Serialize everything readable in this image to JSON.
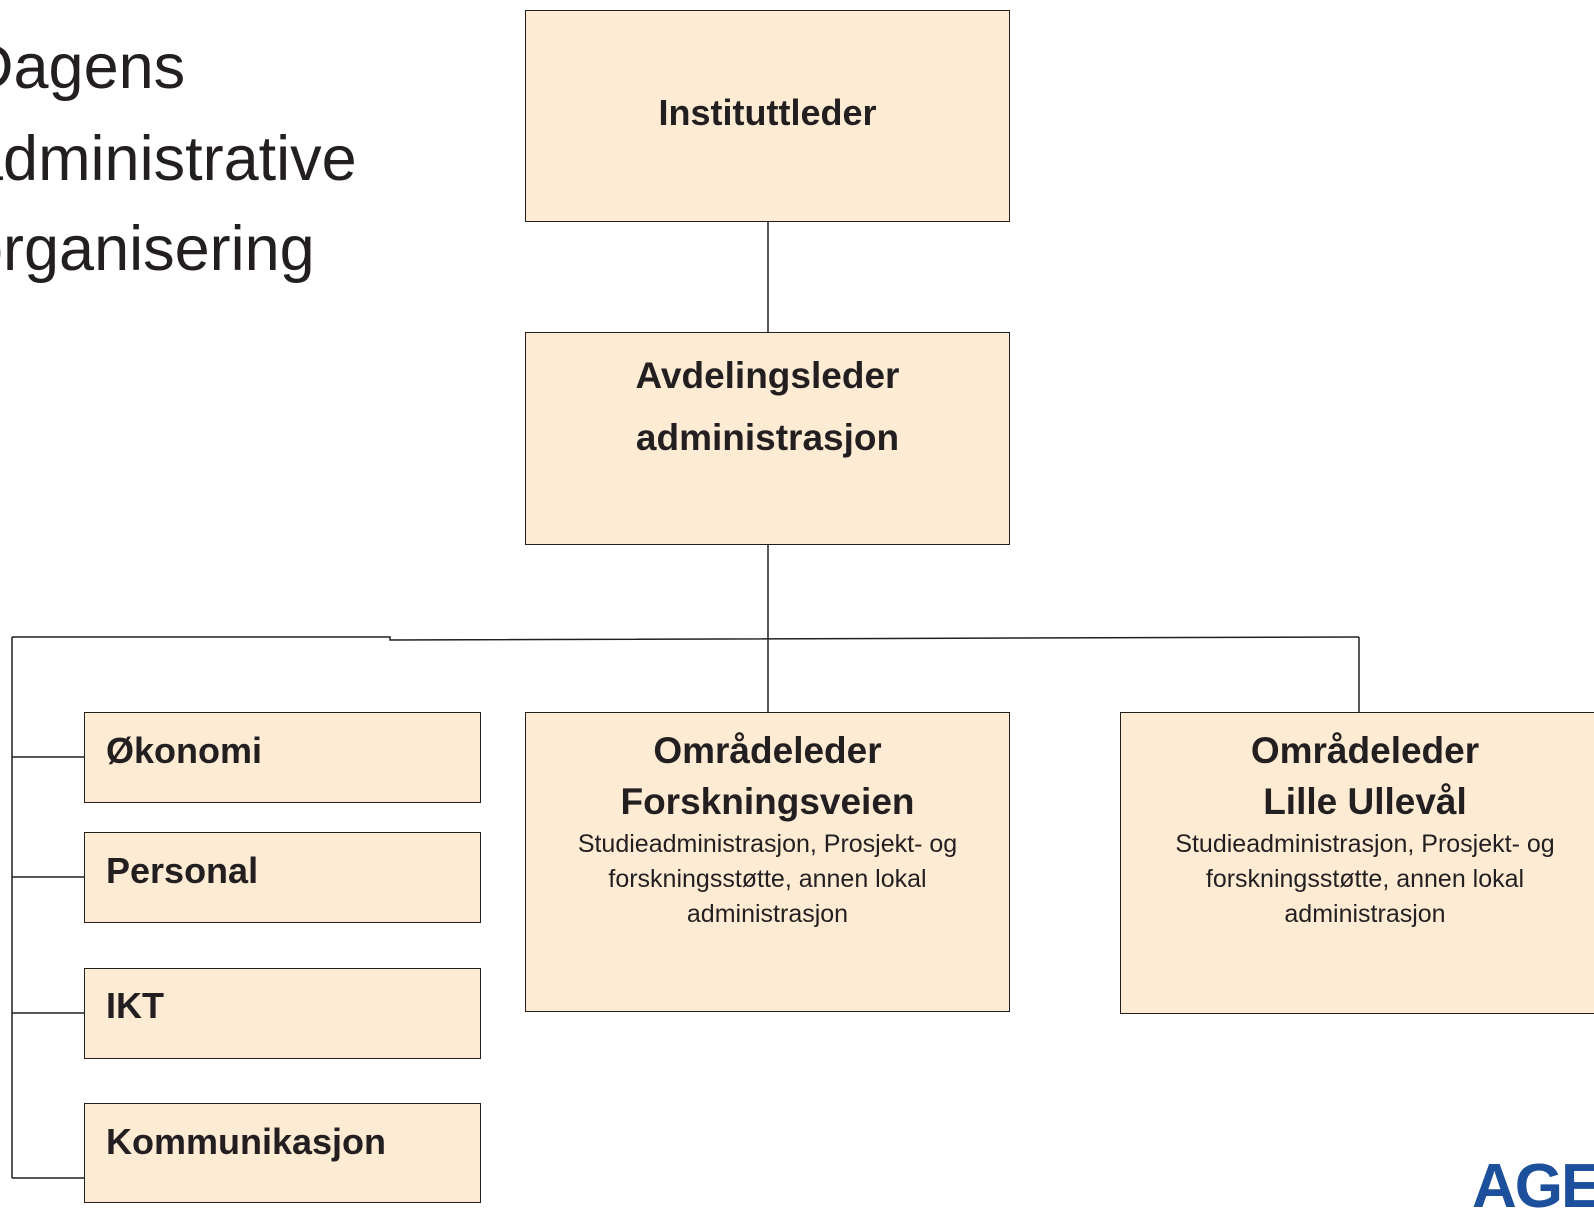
{
  "title": {
    "lines": [
      "Dagens",
      "administrative",
      "organisering"
    ]
  },
  "org": {
    "instituttleder": "Instituttleder",
    "avdelingsleder": [
      "Avdelingsleder",
      "administrasjon"
    ],
    "staff": [
      "Økonomi",
      "Personal",
      "IKT",
      "Kommunikasjon"
    ],
    "area_forskningsveien": {
      "title": [
        "Områdeleder",
        "Forskningsveien"
      ],
      "desc": [
        "Studieadministrasjon, Prosjekt- og",
        "forskningsstøtte, annen lokal",
        "administrasjon"
      ]
    },
    "area_lille_ulleval": {
      "title": [
        "Områdeleder",
        "Lille Ullevål"
      ],
      "desc": [
        "Studieadministrasjon, Prosjekt- og",
        "forskningsstøtte, annen lokal",
        "administrasjon"
      ]
    }
  },
  "logo": {
    "text": "AGEN"
  },
  "colors": {
    "box_fill": "#fdebd4",
    "line": "#231f20",
    "logo": "#1c4f9c"
  }
}
